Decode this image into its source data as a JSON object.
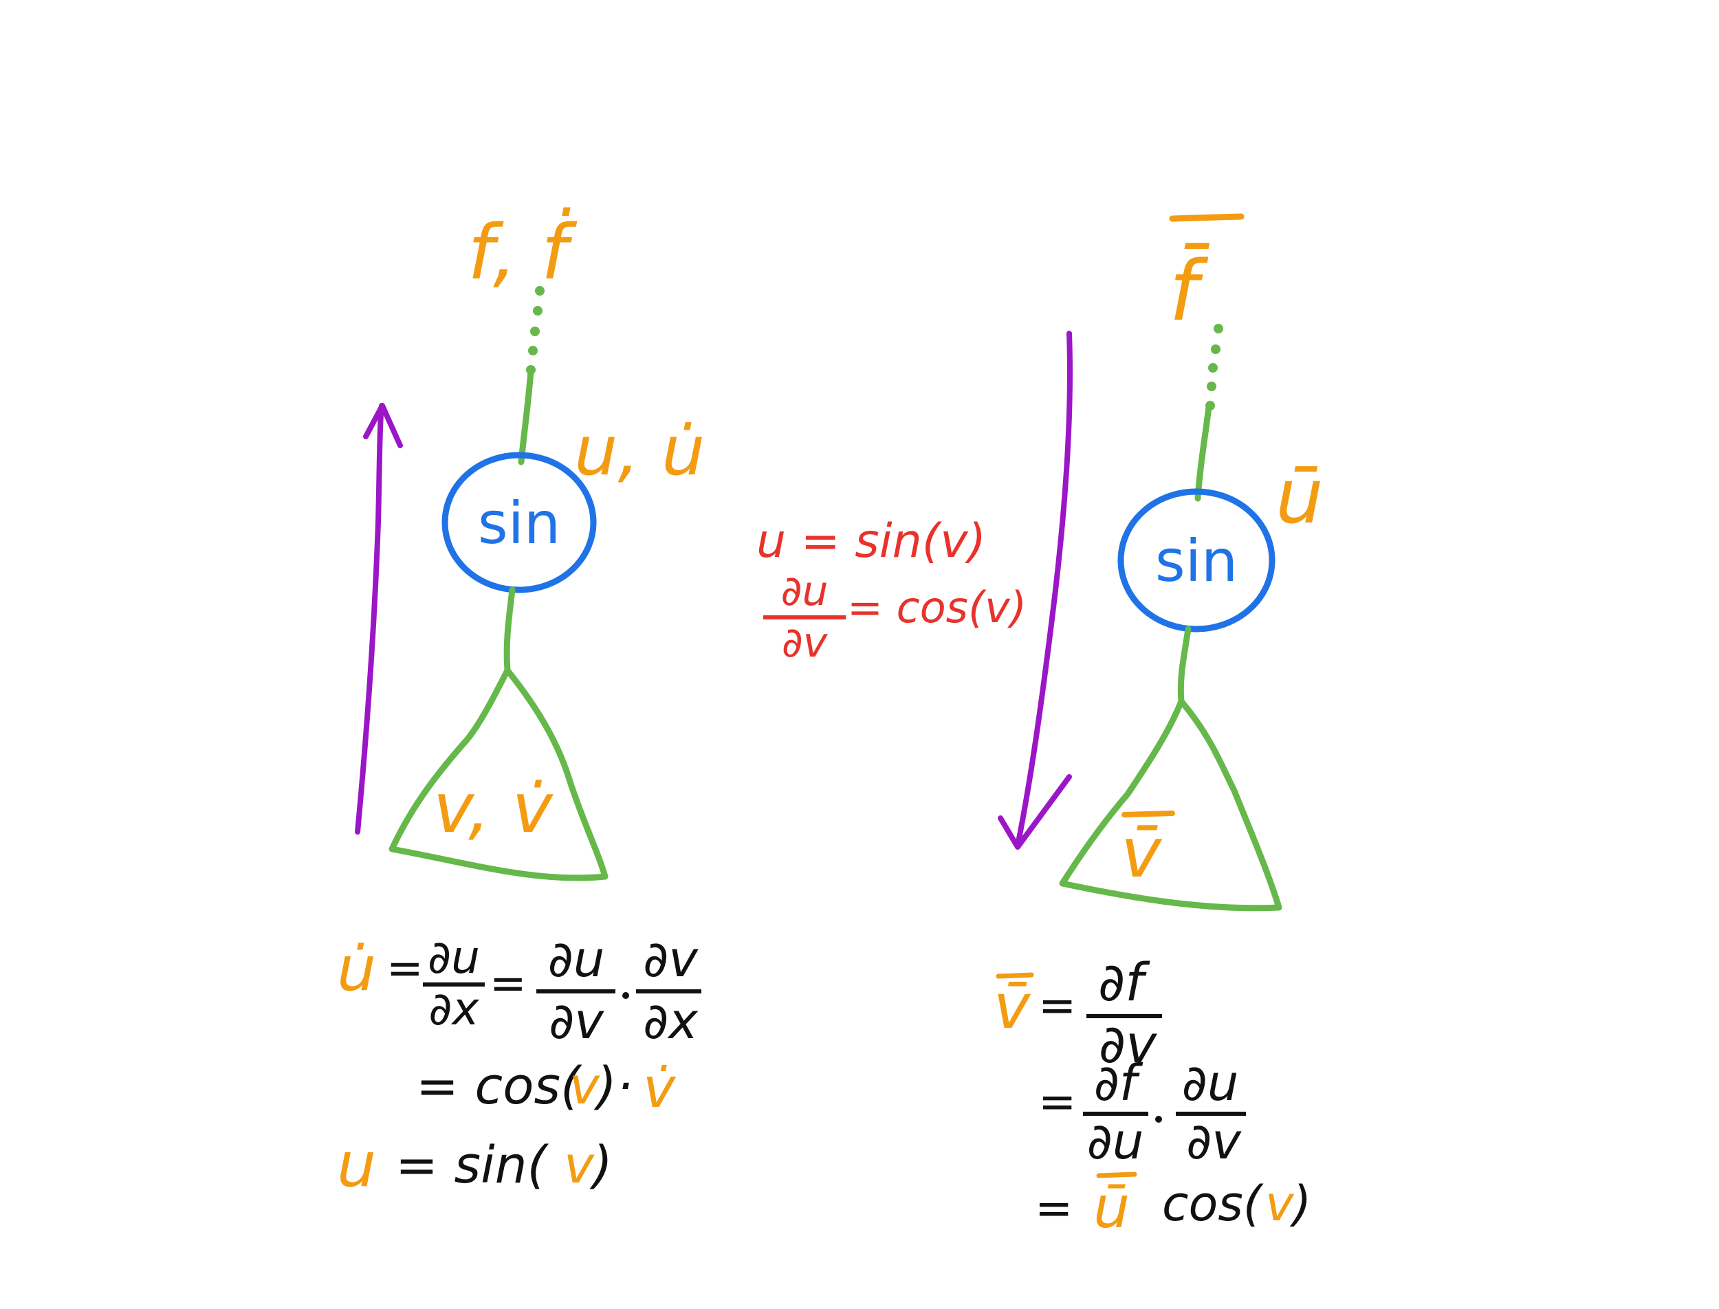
{
  "colors": {
    "orange": "#f39c12",
    "green": "#66b84a",
    "blue": "#1f73e6",
    "purple": "#9b16c7",
    "red": "#e8322b",
    "black": "#111111",
    "background": "#ffffff"
  },
  "forward": {
    "top_label": "f, ḟ",
    "node_label": "sin",
    "node_value": "u, u̇",
    "input_value": "v, v̇",
    "eq1_lhs": "u̇",
    "eq1_a_num": "∂u",
    "eq1_a_den": "∂x",
    "eq1_b_num": "∂u",
    "eq1_b_den": "∂v",
    "eq1_c_num": "∂v",
    "eq1_c_den": "∂x",
    "eq2_prefix": "= cos(",
    "eq2_arg": "v",
    "eq2_suffix": ")·",
    "eq2_dot": "v̇",
    "eq3_lhs": "u",
    "eq3_mid": "= sin(",
    "eq3_arg": "v",
    "eq3_suffix": ")"
  },
  "middle": {
    "line1": "u = sin(v)",
    "frac_num": "∂u",
    "frac_den": "∂v",
    "line2_rhs": "= cos(v)"
  },
  "reverse": {
    "top_label": "f̄",
    "node_label": "sin",
    "node_value": "ū",
    "input_value": "v̄",
    "eq1_lhs": "v̄",
    "eq1_num": "∂f",
    "eq1_den": "∂v",
    "eq2_a_num": "∂f",
    "eq2_a_den": "∂u",
    "eq2_b_num": "∂u",
    "eq2_b_den": "∂v",
    "eq3_bar": "ū",
    "eq3_mid": "cos(",
    "eq3_arg": "v",
    "eq3_suffix": ")"
  }
}
